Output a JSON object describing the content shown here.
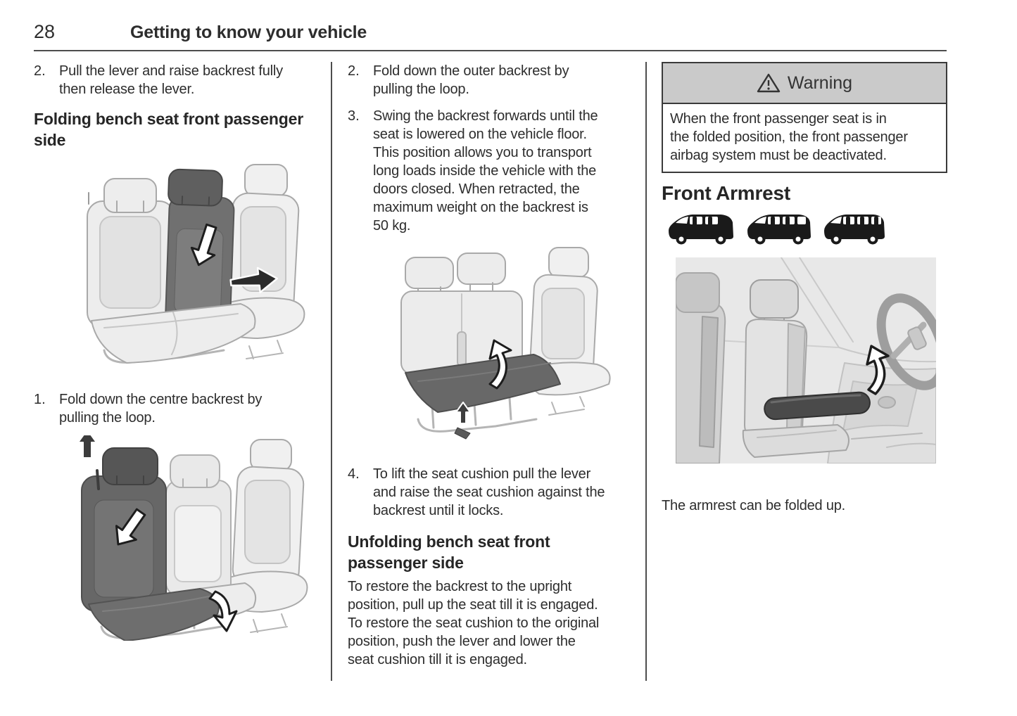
{
  "header": {
    "page_number": "28",
    "title": "Getting to know your vehicle"
  },
  "left": {
    "steps": [
      {
        "num": "2.",
        "lines": [
          "Pull the lever and raise backrest fully",
          "then release the lever."
        ]
      },
      {
        "num": "1.",
        "lines": [
          "Fold down the centre backrest by",
          "pulling the loop."
        ]
      }
    ],
    "heading_lines": [
      "Folding bench seat front passenger",
      "side"
    ]
  },
  "middle": {
    "steps": [
      {
        "num": "2.",
        "lines": [
          "Fold down the outer backrest by",
          "pulling the loop."
        ]
      },
      {
        "num": "3.",
        "lines": [
          "Swing the backrest forwards until the",
          "seat is lowered on the vehicle floor.",
          "This position allows you to transport",
          "long loads inside the vehicle with the",
          "doors closed. When retracted, the",
          "maximum weight on the backrest is",
          "50 kg."
        ]
      },
      {
        "num": "4.",
        "lines": [
          "To lift the seat cushion pull the lever",
          "and raise the seat cushion against the",
          "backrest until it locks."
        ]
      }
    ],
    "heading_lines": [
      "Unfolding bench seat front",
      "passenger side"
    ],
    "paragraph_lines": [
      "To restore the backrest to the upright",
      "position, pull up the seat till it is engaged.",
      "To restore the seat cushion to the original",
      "position, push the lever and lower the",
      "seat cushion till it is engaged."
    ]
  },
  "right": {
    "warning": {
      "title": "Warning",
      "body_lines": [
        "When the front passenger seat is in",
        "the folded position, the front passenger",
        "airbag system must be deactivated."
      ]
    },
    "heading": "Front Armrest",
    "caption": "The armrest can be folded up."
  },
  "icons": {
    "warning": "warning-triangle-icon",
    "vehicle_variants": [
      "van-variant-1-icon",
      "van-variant-2-icon",
      "van-variant-3-icon"
    ]
  },
  "colors": {
    "text": "#2d2d2d",
    "rule": "#4d4d4d",
    "warning_header_bg": "#cacaca",
    "warning_border": "#3a3a3a",
    "illustration_dark": "#6a6a6a",
    "illustration_light": "#ececec",
    "van_icon": "#1a1a1a"
  }
}
